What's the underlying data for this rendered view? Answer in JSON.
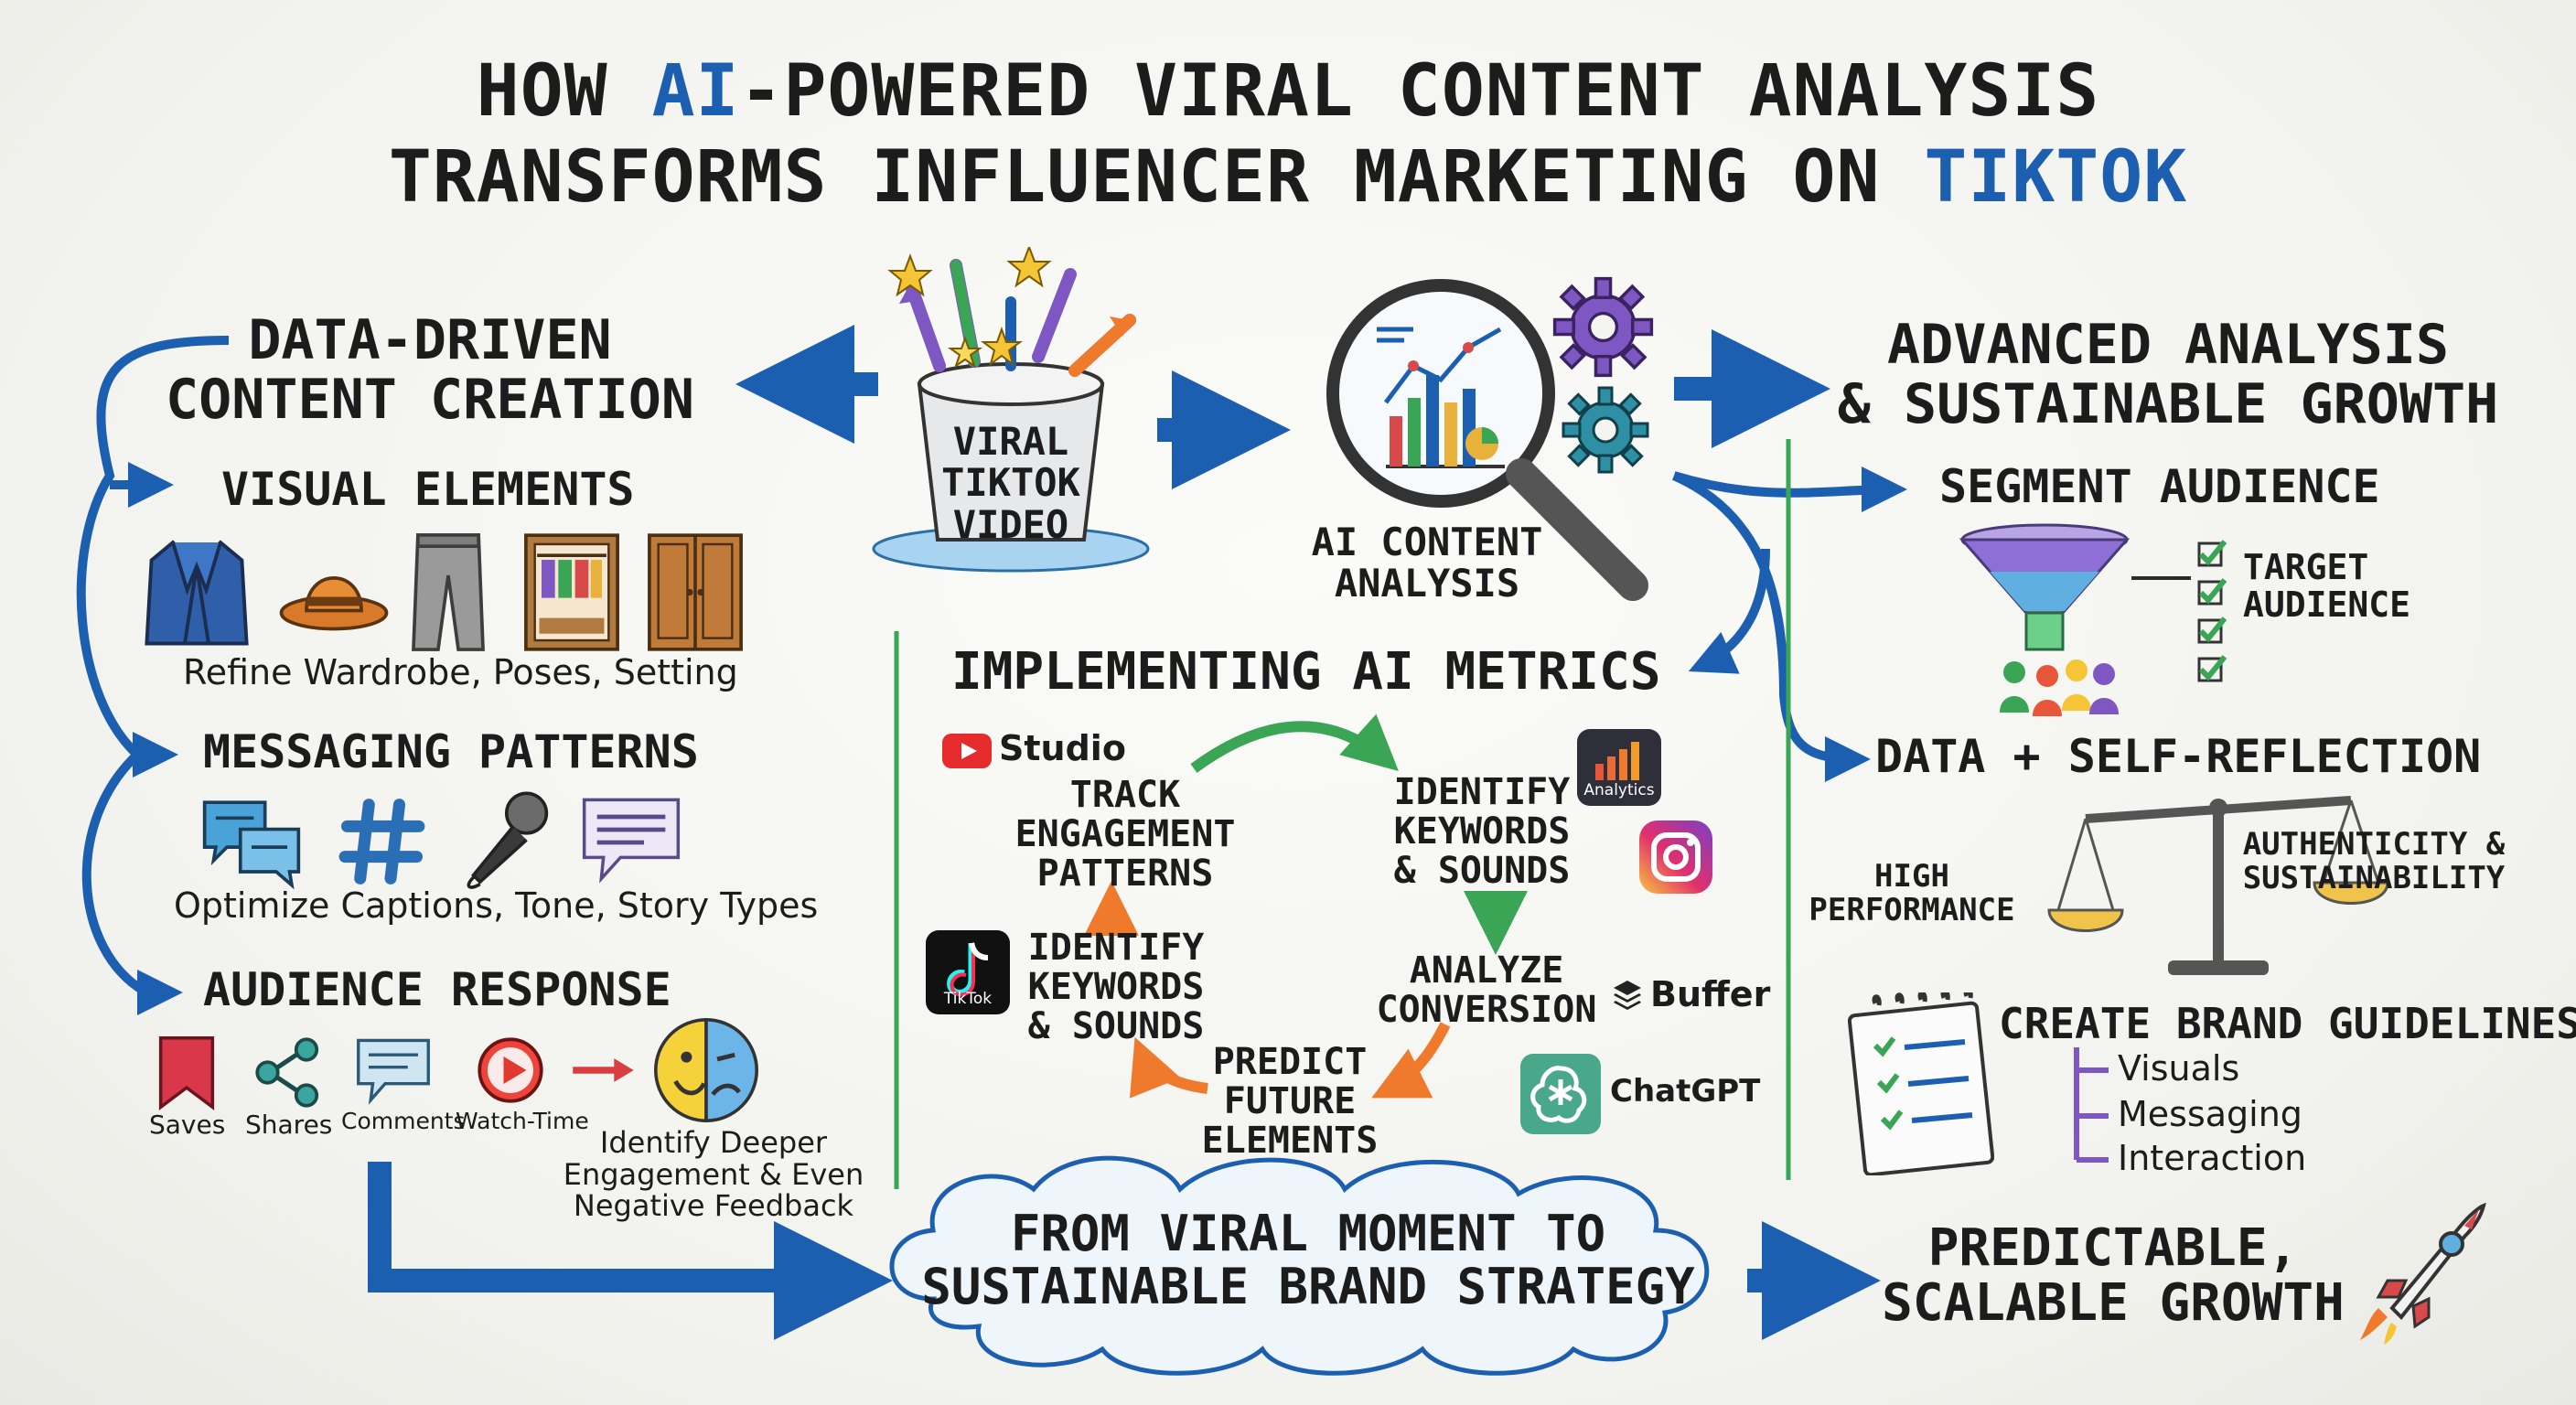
{
  "title": {
    "line1_a": "HOW ",
    "line1_ai": "AI",
    "line1_b": "-POWERED VIRAL CONTENT ANALYSIS",
    "line2_a": "TRANSFORMS INFLUENCER MARKETING ON ",
    "line2_tiktok": "TIKTOK"
  },
  "colors": {
    "primary_blue": "#1c5fb0",
    "green": "#3aa655",
    "orange": "#f07a2b",
    "purple": "#7e57c2",
    "teal": "#2e8fa5"
  },
  "left": {
    "heading_1": "DATA-DRIVEN",
    "heading_2": "CONTENT CREATION",
    "visual_elements": {
      "title": "VISUAL ELEMENTS",
      "caption": "Refine Wardrobe, Poses, Setting",
      "icons": [
        "blazer-icon",
        "hat-icon",
        "trousers-icon",
        "closet-icon",
        "wardrobe-icon"
      ]
    },
    "messaging_patterns": {
      "title": "MESSAGING PATTERNS",
      "caption": "Optimize Captions, Tone, Story Types",
      "icons": [
        "chat-bubbles-icon",
        "hashtag-icon",
        "microphone-icon",
        "speech-bubble-icon"
      ]
    },
    "audience_response": {
      "title": "AUDIENCE RESPONSE",
      "items": [
        "Saves",
        "Shares",
        "Comments",
        "Watch-Time"
      ],
      "note_1": "Identify Deeper",
      "note_2": "Engagement & Even",
      "note_3": "Negative Feedback"
    }
  },
  "center": {
    "bucket_1": "VIRAL",
    "bucket_2": "TIKTOK",
    "bucket_3": "VIDEO",
    "analysis_1": "AI CONTENT",
    "analysis_2": "ANALYSIS",
    "metrics": {
      "title": "IMPLEMENTING AI METRICS",
      "step_track": [
        "TRACK",
        "ENGAGEMENT",
        "PATTERNS"
      ],
      "step_identify_right": [
        "IDENTIFY",
        "KEYWORDS",
        "& SOUNDS"
      ],
      "step_analyze": [
        "ANALYZE",
        "CONVERSION"
      ],
      "step_predict": [
        "PREDICT",
        "FUTURE",
        "ELEMENTS"
      ],
      "step_identify_left": [
        "IDENTIFY",
        "KEYWORDS",
        "& SOUNDS"
      ],
      "tools": {
        "youtube": "Studio",
        "tiktok": "TikTok",
        "analytics": "Analytics",
        "buffer": "Buffer",
        "chatgpt": "ChatGPT"
      }
    }
  },
  "right": {
    "heading_1": "ADVANCED ANALYSIS",
    "heading_2": "& SUSTAINABLE GROWTH",
    "segment": {
      "title": "SEGMENT AUDIENCE",
      "target_1": "TARGET",
      "target_2": "AUDIENCE"
    },
    "reflection": {
      "title": "DATA + SELF-REFLECTION",
      "left_1": "HIGH",
      "left_2": "PERFORMANCE",
      "right_1": "AUTHENTICITY &",
      "right_2": "SUSTAINABILITY"
    },
    "guidelines": {
      "title": "CREATE BRAND GUIDELINES",
      "items": [
        "Visuals",
        "Messaging",
        "Interaction"
      ]
    }
  },
  "bottom": {
    "cloud_1": "FROM VIRAL MOMENT TO",
    "cloud_2": "SUSTAINABLE BRAND STRATEGY",
    "result_1": "PREDICTABLE,",
    "result_2": "SCALABLE GROWTH"
  }
}
